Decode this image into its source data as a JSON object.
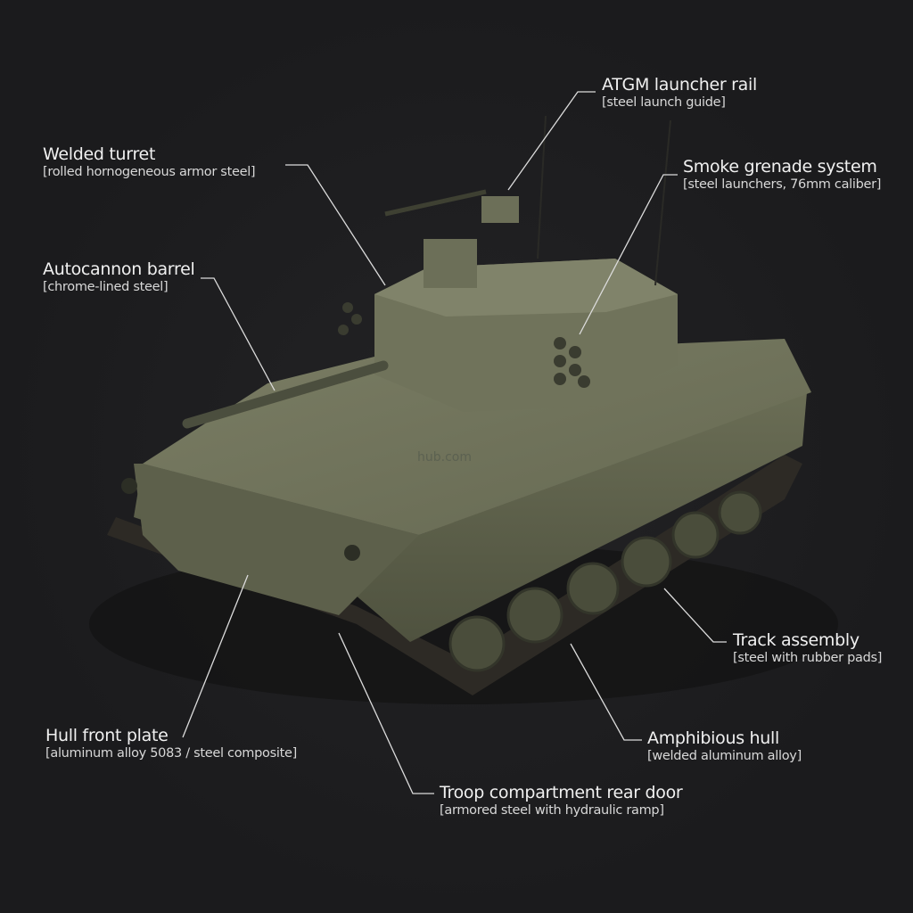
{
  "labels": [
    {
      "id": "atgm",
      "title": "ATGM launcher rail",
      "material": "[steel launch guide]"
    },
    {
      "id": "turret",
      "title": "Welded turret",
      "material": "[rolled hornogeneous armor steel]"
    },
    {
      "id": "smoke",
      "title": "Smoke grenade system",
      "material": "[steel launchers, 76mm caliber]"
    },
    {
      "id": "autocannon",
      "title": "Autocannon barrel",
      "material": "[chrome-lined steel]"
    },
    {
      "id": "track",
      "title": "Track assembly",
      "material": "[steel with rubber pads]"
    },
    {
      "id": "amphibious",
      "title": "Amphibious hull",
      "material": "[welded aluminum alloy]"
    },
    {
      "id": "hull-front",
      "title": "Hull front plate",
      "material": "[aluminum alloy 5083 / steel composite]"
    },
    {
      "id": "rear-door",
      "title": "Troop compartment rear door",
      "material": "[armored steel with hydraulic ramp]"
    }
  ],
  "watermark": "hub.com",
  "colors": {
    "background": "#1c1c1e",
    "hull": "#6b6e56",
    "leader_line": "#e0e0e0"
  }
}
